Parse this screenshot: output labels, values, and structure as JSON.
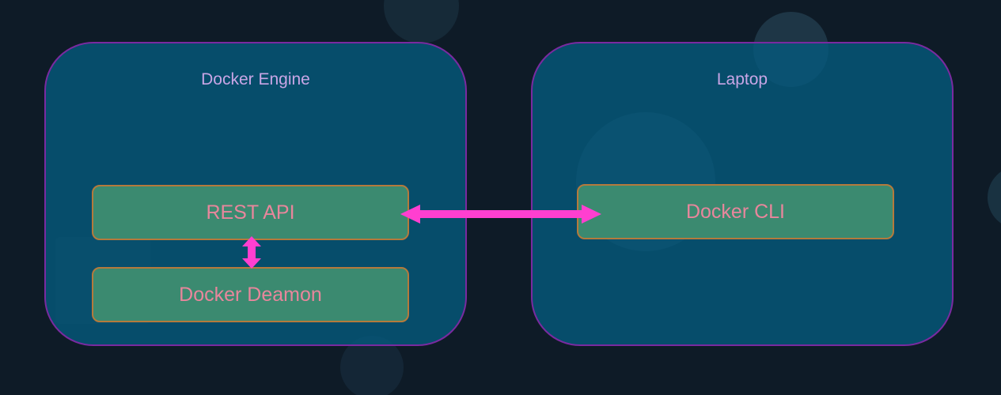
{
  "diagram": {
    "panels": {
      "engine": {
        "title": "Docker Engine"
      },
      "laptop": {
        "title": "Laptop"
      }
    },
    "components": {
      "rest_api": "REST API",
      "daemon": "Docker Deamon",
      "cli": "Docker CLI"
    },
    "colors": {
      "background": "#0e1b27",
      "panel_fill": "#05597d",
      "panel_border": "#7a2aa0",
      "panel_title": "#c9a6e6",
      "component_fill": "#3b8a70",
      "component_border": "#b57a3c",
      "component_text": "#e8869c",
      "arrow": "#ff3fd0"
    },
    "connections": [
      {
        "from": "rest_api",
        "to": "cli",
        "bidirectional": true
      },
      {
        "from": "rest_api",
        "to": "daemon",
        "bidirectional": true
      }
    ]
  }
}
